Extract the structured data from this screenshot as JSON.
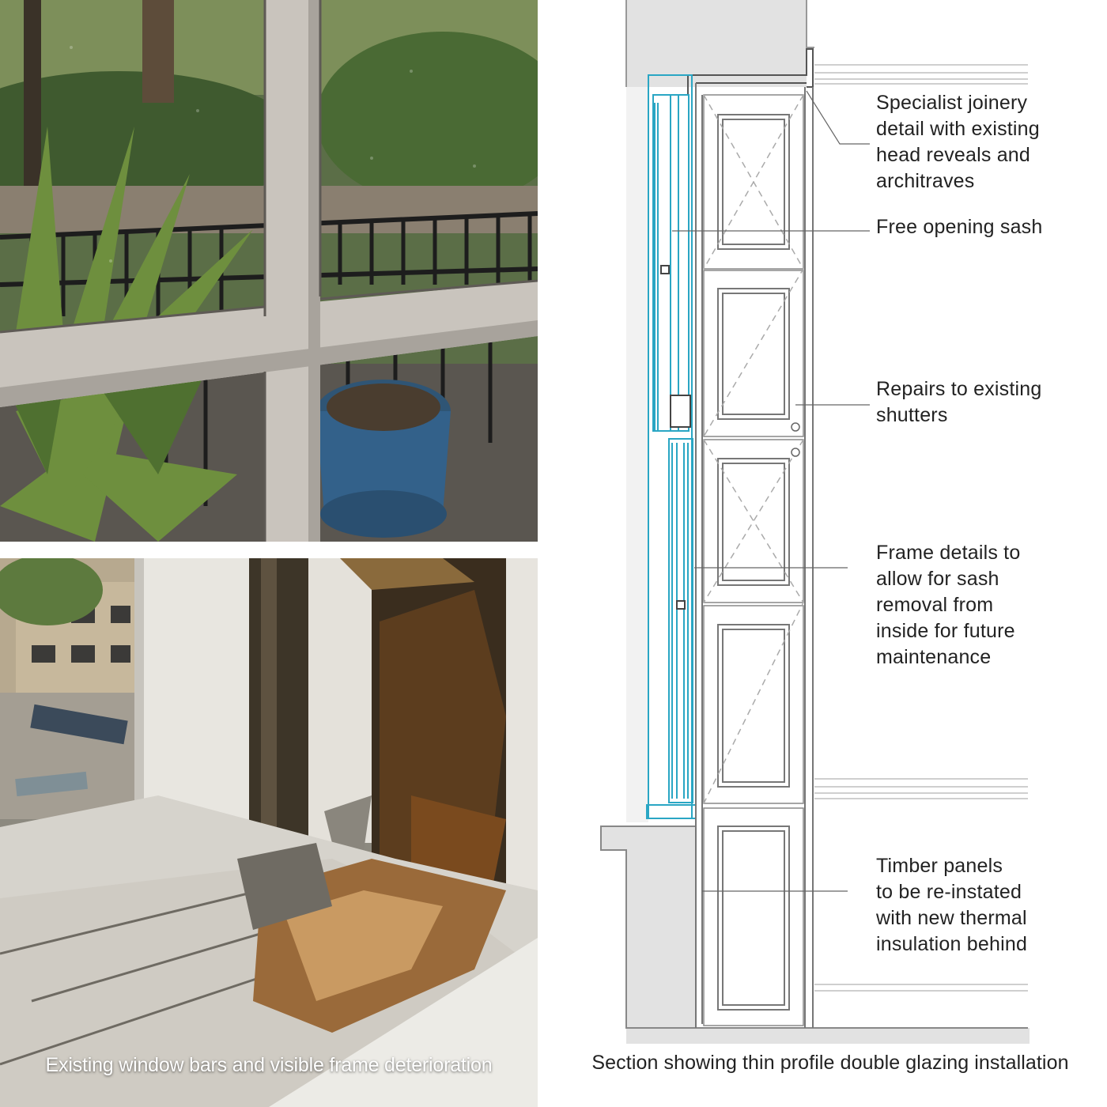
{
  "photo_top": {
    "subject": "window-bars-photo"
  },
  "photo_bottom": {
    "caption": "Existing window bars and visible frame deterioration"
  },
  "section": {
    "caption": "Section showing thin profile double glazing installation",
    "notes": [
      "Specialist joinery\ndetail with existing\nhead reveals and\narchitraves",
      "Free opening sash",
      "Repairs to existing\nshutters",
      "Frame details to\nallow for sash\nremoval from\ninside for future\nmaintenance",
      "Timber panels\nto be re-instated\nwith new thermal\ninsulation behind"
    ]
  },
  "colors": {
    "line": "#555555",
    "glazing": "#2aa6c4",
    "wall_fill": "#e6e6e6",
    "frame_paint": "#ece8e2",
    "rot": "#8a4a1c"
  }
}
